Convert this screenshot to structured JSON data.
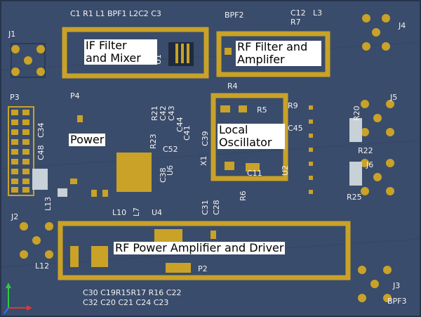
{
  "board": {
    "background": "#3a4c6b",
    "copper": "#c9a227",
    "silk": "#f2f2f2"
  },
  "regions": {
    "if_filter": "IF Filter\nand Mixer",
    "rf_filter": "RF Filter and\nAmplifer",
    "power": "Power",
    "local_osc": "Local\nOscillator",
    "rf_pa": "RF Power Amplifier and Driver"
  },
  "silkscreen": {
    "top_row": "C1  R1 L1  BPF1  L2C2  C3",
    "bpf2": "BPF2",
    "top_right": "C12",
    "r7": "R7",
    "l3": "L3",
    "j1": "J1",
    "j2": "J2",
    "j3": "J3",
    "j4": "J4",
    "j5": "J5",
    "j6": "J6",
    "p3": "P3",
    "p4": "P4",
    "r4": "R4",
    "r5": "R5",
    "r9": "R9",
    "r20": "R20",
    "r22": "R22",
    "r25": "R25",
    "u1": "U1",
    "u2": "U2",
    "u4": "U4",
    "u6": "U6",
    "l7": "L7",
    "l10": "L10",
    "l12": "L12",
    "l13": "L13",
    "p2": "P2",
    "x1": "X1",
    "c11": "C11",
    "c45": "C45",
    "c52": "C52",
    "bpf3": "BPF3",
    "bottom_row1": "C30 C19R15R17 R16 C22",
    "bottom_row2": "C32 C20    C21 C24 C23",
    "c44": "C44",
    "c43": "C43",
    "c42": "C42",
    "r21": "R21",
    "r23": "R23",
    "c48": "C48",
    "c34": "C34",
    "c39": "C39",
    "c31": "C31",
    "c28": "C28",
    "r6": "R6",
    "c38": "C38",
    "c41": "C41"
  },
  "axes": {
    "x": "x",
    "y": "y"
  }
}
